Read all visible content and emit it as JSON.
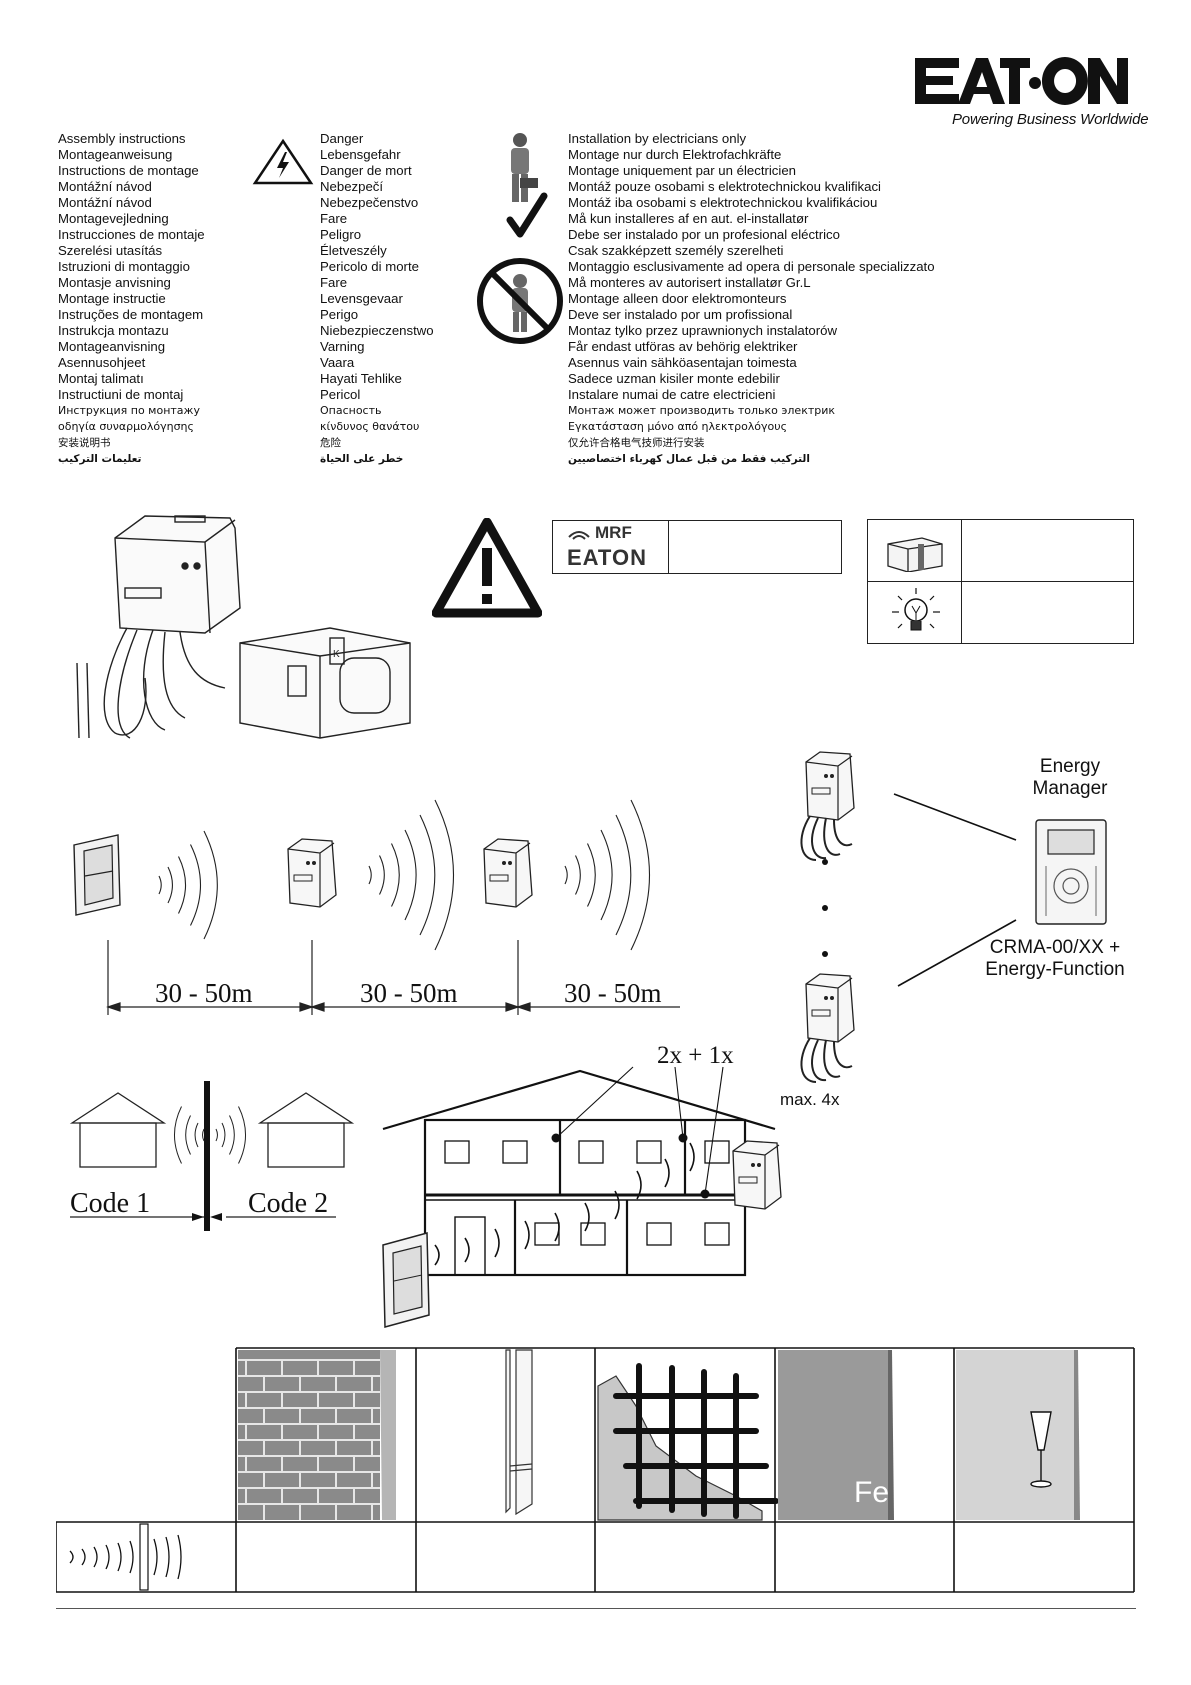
{
  "brand": {
    "logo_text": "EATON",
    "tagline": "Powering Business Worldwide"
  },
  "instructions": [
    "Assembly instructions",
    "Montageanweisung",
    "Instructions de montage",
    "Montážní návod",
    "Montážní návod",
    "Montagevejledning",
    "Instrucciones de montaje",
    "Szerelési utasítás",
    "Istruzioni di montaggio",
    "Montasje anvisning",
    "Montage instructie",
    "Instruções de montagem",
    "Instrukcja montazu",
    "Montageanvisning",
    "Asennusohjeet",
    "Montaj talimatı",
    "Instructiuni de montaj",
    "Инструкция по монтажу",
    "οδηγία συναρμολόγησης",
    "安装说明书",
    "تعليمات التركيب"
  ],
  "danger": [
    "Danger",
    "Lebensgefahr",
    "Danger de mort",
    "Nebezpečí",
    "Nebezpečenstvo",
    "Fare",
    "Peligro",
    "Életveszély",
    "Pericolo di morte",
    "Fare",
    "Levensgevaar",
    "Perigo",
    "Niebezpieczenstwo",
    "Varning",
    "Vaara",
    "Hayati Tehlike",
    "Pericol",
    "Опасность",
    "κίνδυνος θανάτου",
    "危险",
    "خطر على الحياة"
  ],
  "installation": [
    "Installation by electricians only",
    "Montage nur durch Elektrofachkräfte",
    "Montage uniquement par un électricien",
    "Montáž pouze osobami s elektrotechnickou kvalifikaci",
    "Montáž iba osobami s elektrotechnickou kvalifikáciou",
    "Må kun installeres af en aut. el-installatør",
    "Debe ser instalado por un profesional eléctrico",
    "Csak szakképzett személy szerelheti",
    "Montaggio esclusivamente ad opera di personale specializzato",
    "Må monteres av autorisert installatør Gr.L",
    "Montage alleen door elektromonteurs",
    "Deve ser instalado por um profissional",
    "Montaz tylko przez uprawnionych instalatorów",
    "Får endast utföras av behörig elektriker",
    "Asennus vain sähköasentajan toimesta",
    "Sadece uzman kisiler monte edebilir",
    "Instalare numai de catre electricieni",
    "Монтаж может производить только электрик",
    "Εγκατάσταση μόνο από ηλεκτρολόγους",
    "仅允许合格电气技师进行安装",
    "التركيب فقط من قبل عمال كهرباء اختصاصيين"
  ],
  "mrf": {
    "label": "MRF",
    "logo": "EATON"
  },
  "range": {
    "d1": "30 - 50m",
    "d2": "30 - 50m",
    "d3": "30 - 50m"
  },
  "energy": {
    "title_line1": "Energy",
    "title_line2": "Manager",
    "device_line1": "CRMA-00/XX +",
    "device_line2": "Energy-Function",
    "max": "max. 4x"
  },
  "codes": {
    "code1": "Code 1",
    "code2": "Code 2"
  },
  "house": {
    "count": "2x + 1x"
  },
  "materials": {
    "iron_symbol": "Fe"
  },
  "colors": {
    "ink": "#111111",
    "brick": "#8a8a8a",
    "metal": "#9a9a9a",
    "glass": "#d4d4d4"
  }
}
